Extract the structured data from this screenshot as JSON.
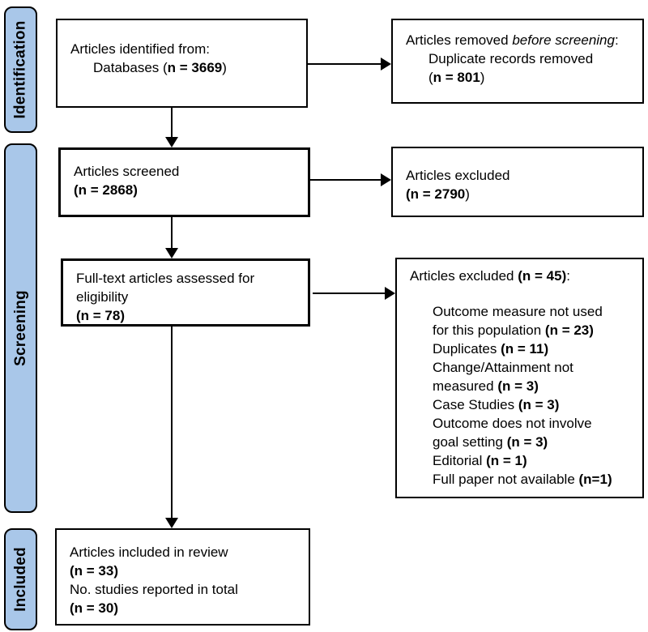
{
  "colors": {
    "stage_bar_fill": "#a9c7e9",
    "stage_bar_border": "#000000",
    "box_border": "#000000",
    "text": "#000000"
  },
  "sidebar": {
    "labels": [
      {
        "id": "identification",
        "text": "Identification"
      },
      {
        "id": "screening",
        "text": "Screening"
      },
      {
        "id": "included",
        "text": "Included"
      }
    ]
  },
  "boxes": {
    "identified": {
      "line1": "Articles identified from:",
      "line2_pre": "Databases (",
      "line2_bold": "n = 3669",
      "line2_post": ")"
    },
    "removed": {
      "line1_pre": "Articles removed ",
      "line1_italic": "before screening",
      "line1_post": ":",
      "line2": "Duplicate records removed",
      "line3_pre": "(",
      "line3_bold": "n = 801",
      "line3_post": ")"
    },
    "screened": {
      "line1": "Articles screened",
      "line2_bold": "(n = 2868)"
    },
    "excluded_screening": {
      "line1": "Articles excluded",
      "line2_bold": "(n = 2790",
      "line2_post": ")"
    },
    "fulltext": {
      "line1": "Full-text articles assessed for eligibility",
      "line2_bold": "(n = 78)"
    },
    "excluded_fulltext": {
      "heading_pre": "Articles excluded ",
      "heading_bold": "(n = 45)",
      "heading_post": ":",
      "lines": [
        {
          "text": "Outcome measure not used"
        },
        {
          "text": "for this population ",
          "n": "(n = 23)"
        },
        {
          "text": "Duplicates ",
          "n": "(n = 11)"
        },
        {
          "text": "Change/Attainment not"
        },
        {
          "text": "measured ",
          "n": "(n = 3)"
        },
        {
          "text": "Case Studies ",
          "n": "(n = 3)"
        },
        {
          "text": "Outcome does not involve"
        },
        {
          "text": "goal setting ",
          "n": "(n = 3)"
        },
        {
          "text": "Editorial ",
          "n": "(n = 1)"
        },
        {
          "text": "Full paper not available ",
          "n": "(n=1)"
        }
      ]
    },
    "included": {
      "line1": "Articles included in review",
      "line2_bold": "(n = 33)",
      "line3": "No. studies reported in total",
      "line4_bold": "(n = 30)"
    }
  }
}
